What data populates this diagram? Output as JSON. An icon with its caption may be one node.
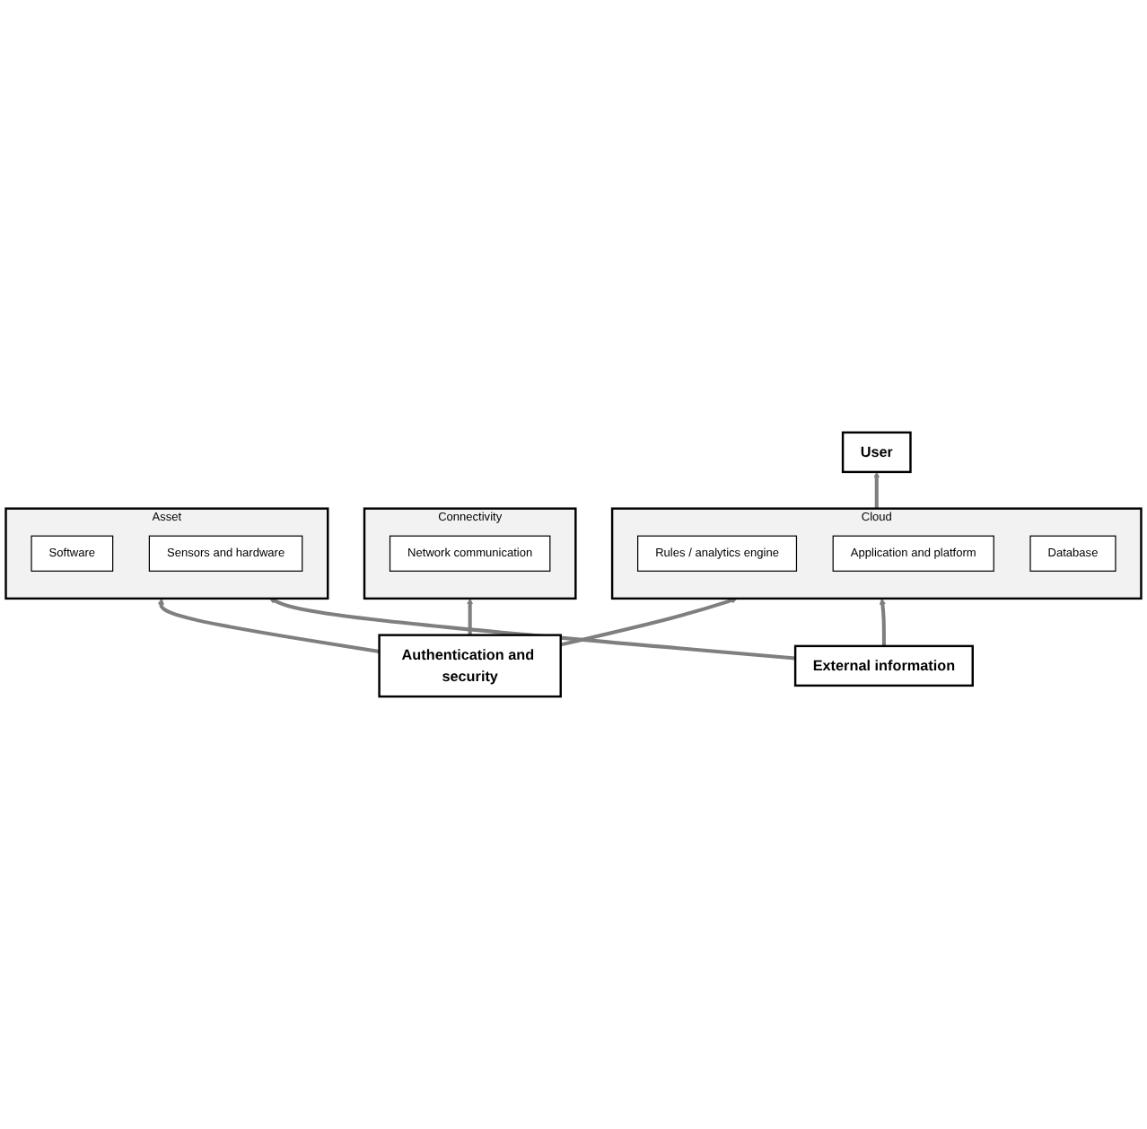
{
  "diagram": {
    "nodes": [
      {
        "text": [
          "User"
        ]
      },
      {
        "text": [
          "Cloud"
        ]
      },
      {
        "text": [
          "Rules / analytics engine"
        ],
        "in": 1
      },
      {
        "text": [
          "Application and platform"
        ],
        "in": 1
      },
      {
        "text": [
          "Database"
        ],
        "in": 1
      },
      {
        "text": [
          "Connectivity"
        ]
      },
      {
        "text": [
          "Network communication"
        ],
        "in": 5
      },
      {
        "text": [
          "Asset"
        ]
      },
      {
        "text": [
          "Software"
        ],
        "in": 7
      },
      {
        "text": [
          "Sensors and hardware"
        ],
        "in": 7
      },
      {
        "text": [
          "Authentication and security"
        ]
      },
      {
        "text": [
          "External information"
        ]
      }
    ],
    "edges": [
      {
        "from": 1,
        "to": 0,
        "arrow": "to"
      },
      {
        "from": 10,
        "to": 1,
        "arrow": "to"
      },
      {
        "from": 10,
        "to": 5,
        "arrow": "to"
      },
      {
        "from": 10,
        "to": 7,
        "arrow": "to"
      },
      {
        "from": 11,
        "to": 1,
        "arrow": "to"
      },
      {
        "from": 11,
        "to": 7,
        "arrow": "to"
      }
    ]
  }
}
